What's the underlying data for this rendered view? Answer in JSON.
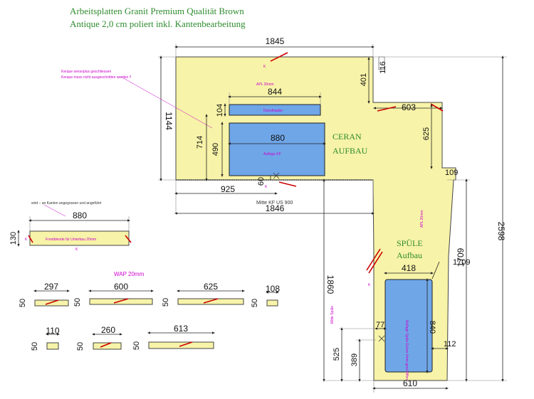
{
  "title": {
    "line1": "Arbeitsplatten Granit Premium Qualität Brown",
    "line2": "Antique 2,0 cm poliert inkl. Kantenbearbeitung"
  },
  "main_slab": {
    "width_top": "1845",
    "width_bottom": "1846",
    "height": "1144",
    "corner_right": "116",
    "depth_right": "401",
    "apl_label": "APL 20mm",
    "notes": [
      "Kerque sensoplus geschliessen",
      "Kerque muss nicht ausgeschnitten werden !!"
    ],
    "label_ceran": "CERAN",
    "label_aufbau": "AUFBAU",
    "mitte_label": "Mitte KF US 900"
  },
  "duna_cutout": {
    "width": "844",
    "height": "104",
    "label": "Dunsthaube"
  },
  "kf_cutout": {
    "width": "880",
    "height": "490",
    "outer_height": "714",
    "offset_left": "925",
    "offset_bottom": "60",
    "label": "Auflage KF"
  },
  "vertical_slab": {
    "width_top": "603",
    "depth_top": "625",
    "notch": "109",
    "width_bottom": "610",
    "total_height": "2598",
    "inner_height": "1860",
    "side_height": "1709",
    "apl_label": "APL 20mm",
    "label_spuele": "SPÜLE",
    "label_aufbau": "Aufbau",
    "mitte_label": "Mitte Spüle"
  },
  "sink_cutout": {
    "width": "418",
    "height": "840",
    "offset_right": "112",
    "offset_left": "77",
    "offset_bottom": "525",
    "offset_inner": "389",
    "depth_label": "1709",
    "label": "Auflage Spüle Ecken 4mm geschliffen"
  },
  "back_panel": {
    "width": "880",
    "height": "130",
    "note": "wird – an Kanten angegossen und angeführt",
    "label": "Frontblende für Unterbau 20mm"
  },
  "wap": {
    "title": "WAP 20mm",
    "strips_row1": [
      {
        "height": "50",
        "width": "297"
      },
      {
        "height": "50",
        "width": "600"
      },
      {
        "height": "50",
        "width": "625"
      },
      {
        "height": "50",
        "width": "108"
      }
    ],
    "strips_row2": [
      {
        "height": "50",
        "width": "110"
      },
      {
        "height": "50",
        "width": "260"
      },
      {
        "height": "50",
        "width": "613"
      }
    ]
  },
  "edge_marker": "K",
  "colors": {
    "slab": "#f7f3a8",
    "cutout": "#6fa6e8",
    "edge": "#cc0000",
    "title": "#2e8b2e",
    "note": "#cc00cc"
  }
}
